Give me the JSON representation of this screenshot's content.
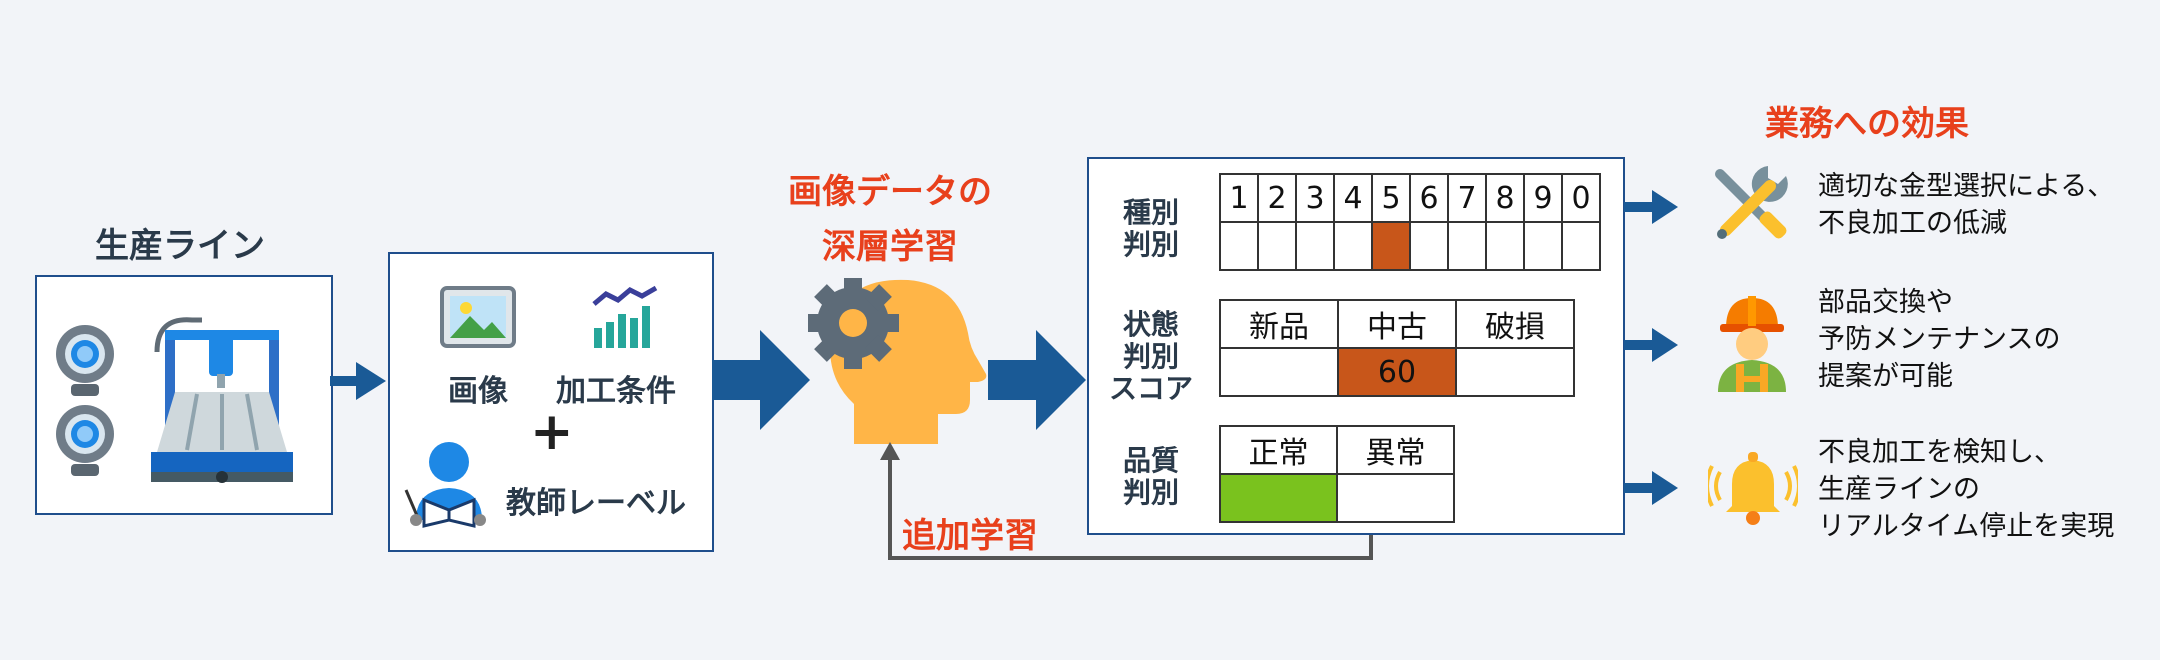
{
  "production": {
    "title": "生産ライン"
  },
  "inputs": {
    "image_label": "画像",
    "condition_label": "加工条件",
    "plus": "+",
    "teacher_label": "教師レーベル"
  },
  "deep_learning": {
    "title_line1": "画像データの",
    "title_line2": "深層学習"
  },
  "feedback": {
    "label": "追加学習"
  },
  "results": {
    "type_label_line1": "種別",
    "type_label_line2": "判別",
    "type_headers": [
      "1",
      "2",
      "3",
      "4",
      "5",
      "6",
      "7",
      "8",
      "9",
      "0"
    ],
    "type_selected_index": 4,
    "state_label_line1": "状態",
    "state_label_line2": "判別",
    "state_label_line3": "スコア",
    "state_headers": [
      "新品",
      "中古",
      "破損"
    ],
    "state_values": [
      "",
      "60",
      ""
    ],
    "state_selected_index": 1,
    "quality_label_line1": "品質",
    "quality_label_line2": "判別",
    "quality_headers": [
      "正常",
      "異常"
    ],
    "quality_selected_index": 0
  },
  "effects": {
    "title": "業務への効果",
    "items": [
      {
        "line1": "適切な金型選択による、",
        "line2": "不良加工の低減",
        "line3": ""
      },
      {
        "line1": "部品交換や",
        "line2": "予防メンテナンスの",
        "line3": "提案が可能"
      },
      {
        "line1": "不良加工を検知し、",
        "line2": "生産ラインの",
        "line3": "リアルタイム停止を実現"
      }
    ]
  },
  "colors": {
    "box_border": "#1f4e8c",
    "arrow": "#1a5a96",
    "title_red": "#e8401c",
    "selected_brown": "#c8561a",
    "normal_green": "#7ac21e",
    "head_orange": "#ffb547",
    "gear_gray": "#5d6b78"
  }
}
